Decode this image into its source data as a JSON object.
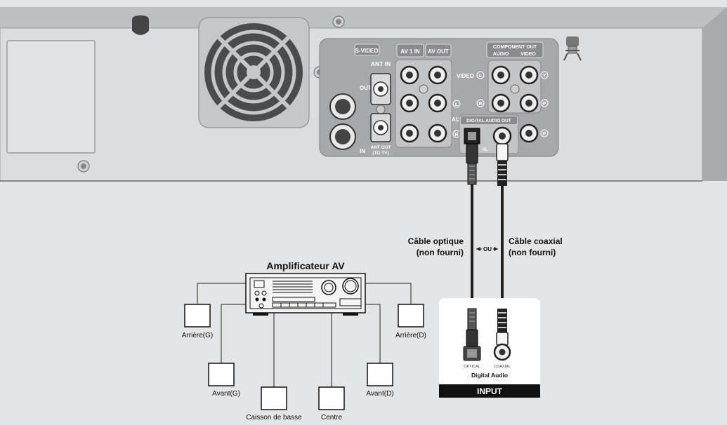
{
  "panel": {
    "svideo": "S-VIDEO",
    "out": "OUT",
    "in": "IN",
    "ant_in": "ANT IN",
    "ant_out": "ANT OUT",
    "to_tv": "(TO TV)",
    "av1_in": "AV 1 IN",
    "av_out": "AV OUT",
    "video": "VIDEO",
    "audio": "AUDIO",
    "component_out": "COMPONENT OUT",
    "comp_audio": "AUDIO",
    "comp_video": "VIDEO",
    "digital_audio_out": "DIGITAL AUDIO OUT",
    "optical_fragment": "AL",
    "jack_l": "L",
    "jack_r": "R",
    "jack_y": "Y",
    "jack_pb": "P",
    "jack_pr": "P"
  },
  "cables": {
    "optical_line1": "Câble optique",
    "optical_line2": "(non fourni)",
    "coaxial_line1": "Câble coaxial",
    "coaxial_line2": "(non fourni)",
    "or": "OU"
  },
  "amplifier": {
    "title": "Amplificateur AV"
  },
  "speakers": {
    "rear_left": "Arrière(G)",
    "rear_right": "Arrière(D)",
    "front_left": "Avant(G)",
    "front_right": "Avant(D)",
    "subwoofer": "Caisson de basse",
    "center": "Centre"
  },
  "input_box": {
    "optical": "OPTICAL",
    "coaxial": "COAXIAL",
    "digital_audio": "Digital Audio",
    "input": "INPUT"
  }
}
